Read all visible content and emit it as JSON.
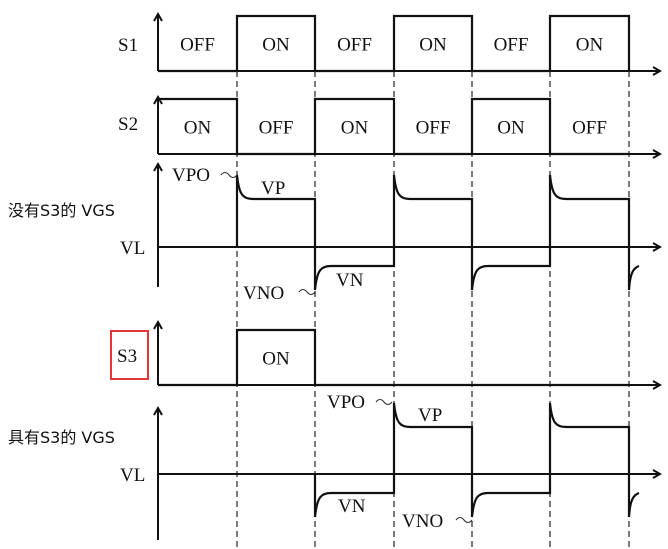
{
  "diagram": {
    "type": "timing-diagram",
    "highlight_color": "#e02020",
    "line_color": "#111111",
    "phases": 6,
    "signals": [
      {
        "id": "s1",
        "label": "S1",
        "states": [
          "OFF",
          "ON",
          "OFF",
          "ON",
          "OFF",
          "ON"
        ],
        "highlighted": false
      },
      {
        "id": "s2",
        "label": "S2",
        "states": [
          "ON",
          "OFF",
          "ON",
          "OFF",
          "ON",
          "OFF"
        ],
        "highlighted": false
      },
      {
        "id": "vgs-without-s3",
        "label": "没有S3的 VGS",
        "baseline_label": "VL",
        "annotations": {
          "overshoot_pos": "VPO",
          "steady_pos": "VP",
          "overshoot_neg": "VNO",
          "steady_neg": "VN"
        }
      },
      {
        "id": "s3",
        "label": "S3",
        "states": [
          "",
          "ON",
          "",
          "",
          "",
          ""
        ],
        "highlighted": true
      },
      {
        "id": "vgs-with-s3",
        "label": "具有S3的 VGS",
        "baseline_label": "VL",
        "annotations": {
          "overshoot_pos": "VPO",
          "steady_pos": "VP",
          "overshoot_neg": "VNO",
          "steady_neg": "VN"
        }
      }
    ]
  }
}
